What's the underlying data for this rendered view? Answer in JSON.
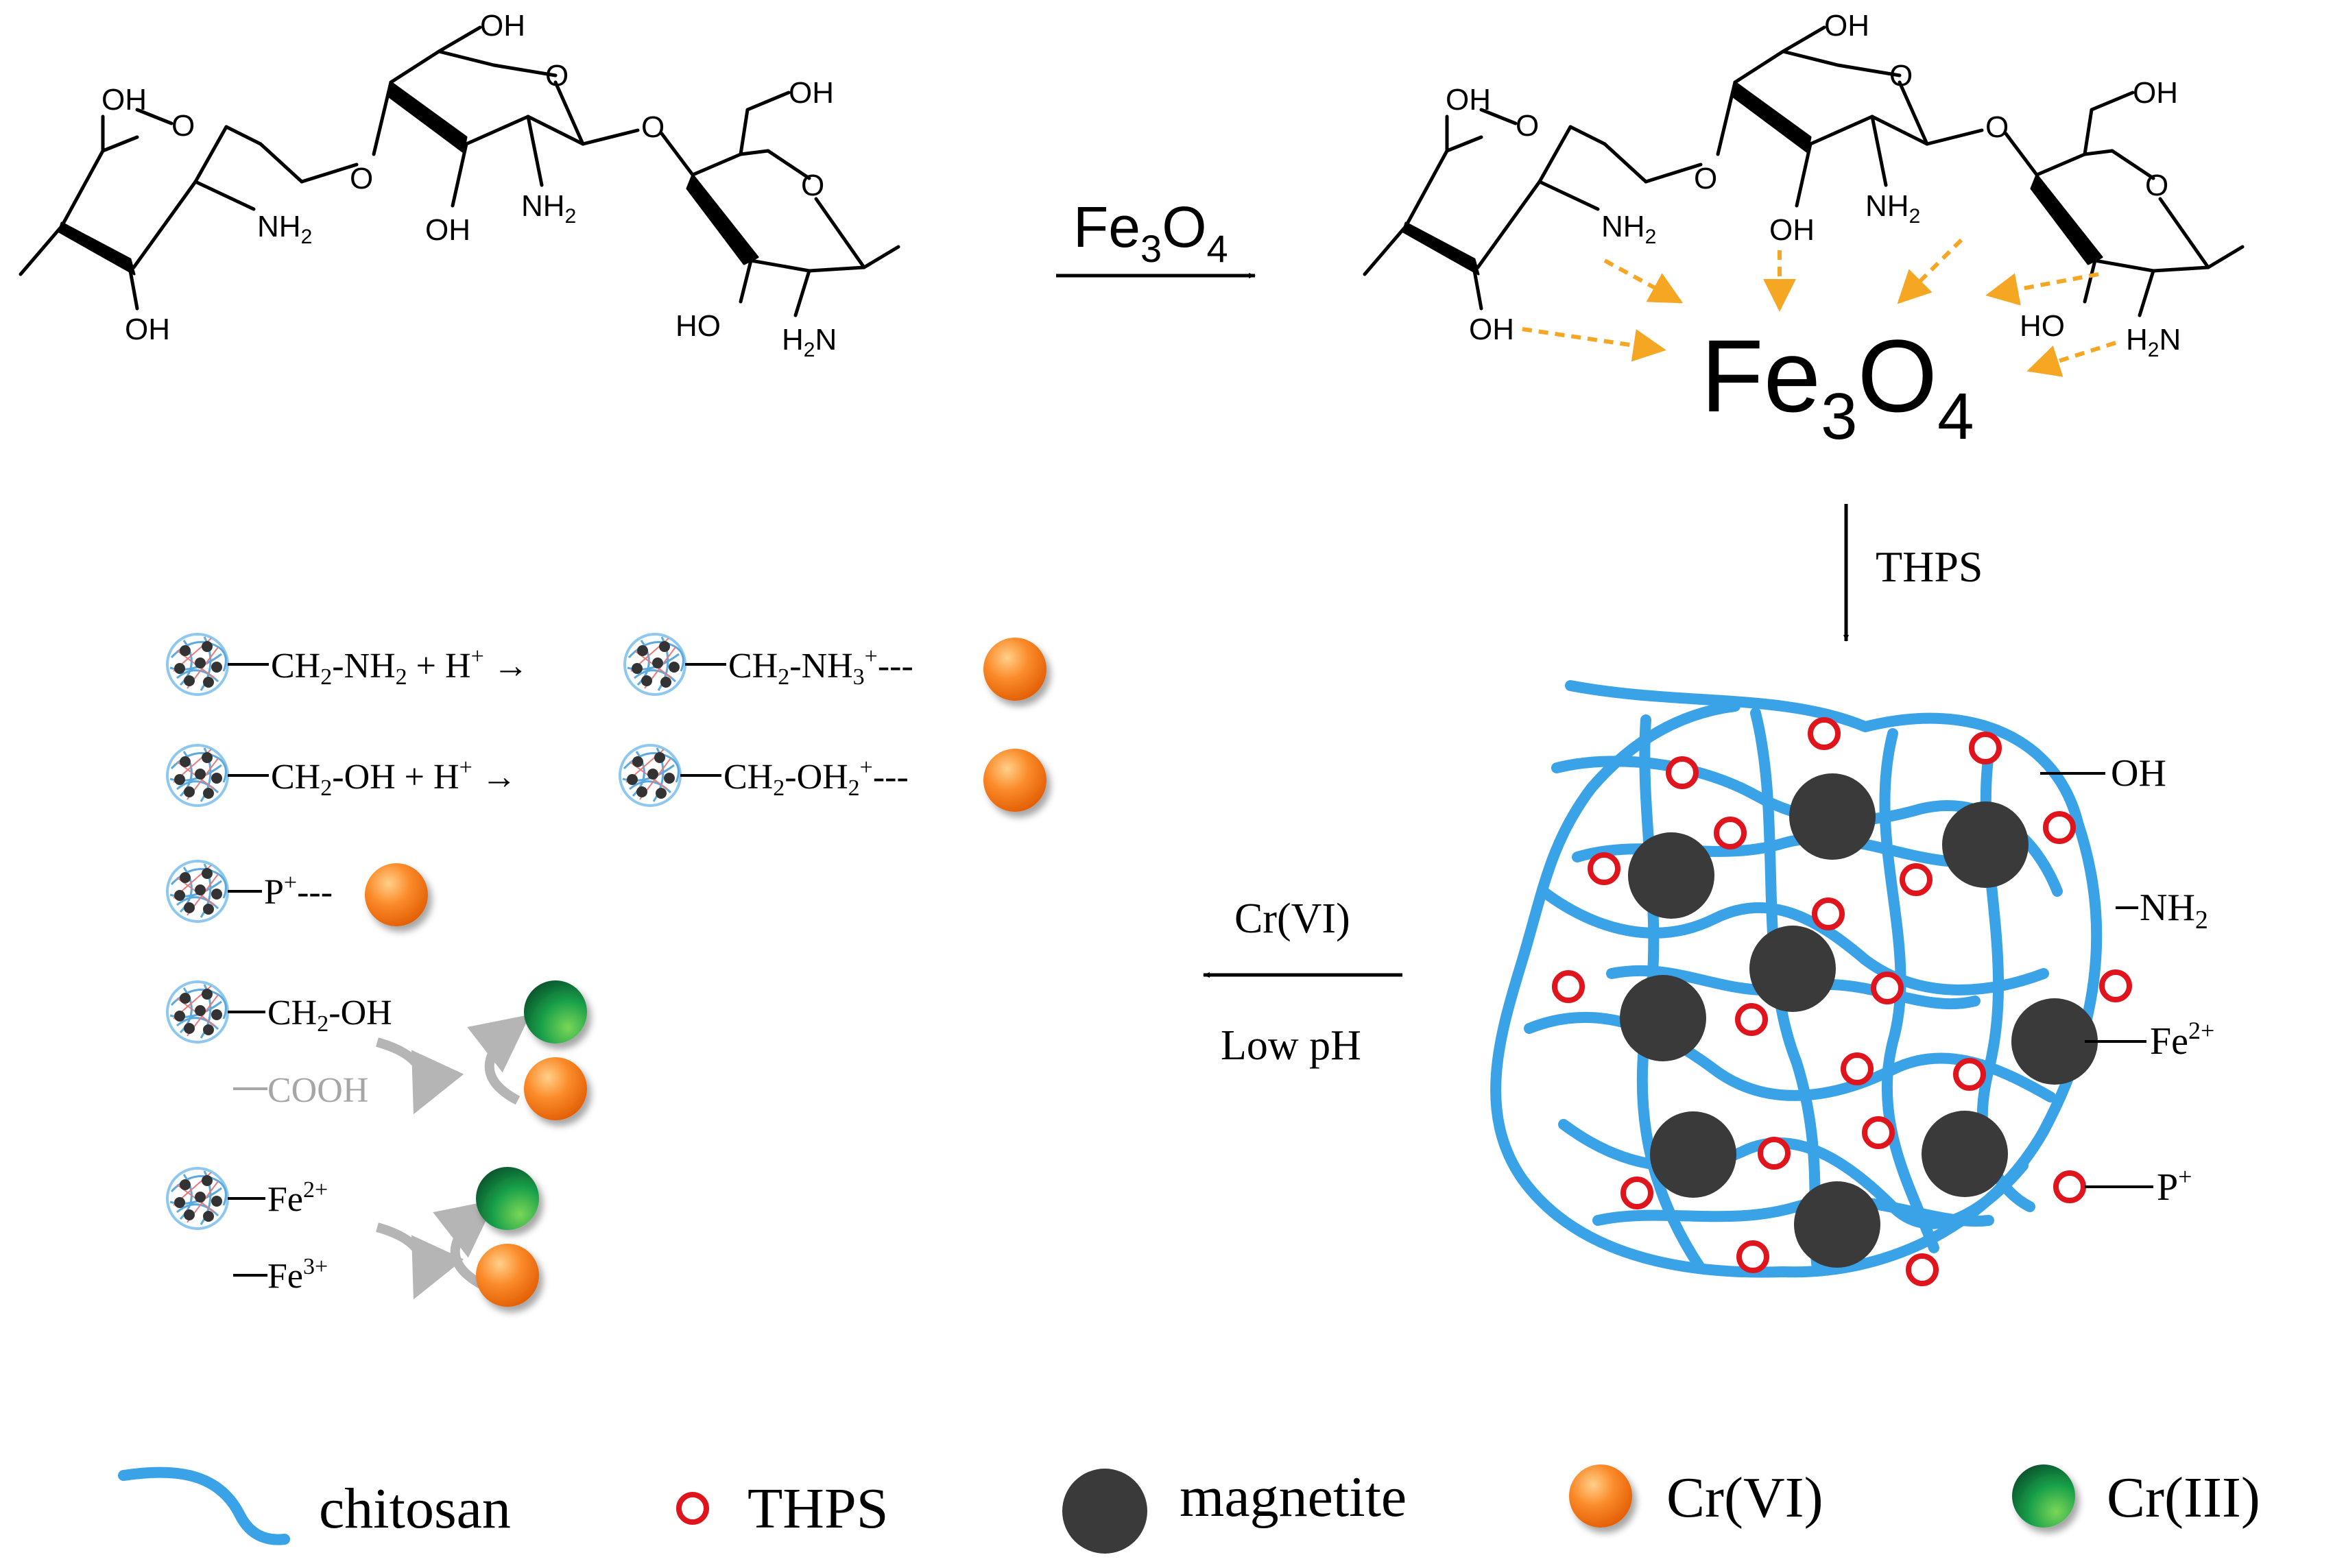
{
  "reaction": {
    "step1_reagent": "Fe3O4",
    "step2_reagent": "THPS",
    "step3_reagent_top": "Cr(VI)",
    "step3_reagent_bottom": "Low pH"
  },
  "chitosan_labels": {
    "oh": "OH",
    "nh2": "NH2",
    "o": "O",
    "h2n": "H2N",
    "ho": "HO"
  },
  "core_label": "Fe3O4",
  "bead_labels": [
    "OH",
    "NH2",
    "Fe2+",
    "P+"
  ],
  "mechanisms": [
    {
      "left": "CH2-NH2 + H+",
      "arrow": "→",
      "right": "CH2-NH3+---"
    },
    {
      "left": "CH2-OH + H+",
      "arrow": "→",
      "right": "CH2-OH2+---"
    },
    {
      "left": "P+---"
    },
    {
      "top": "CH2-OH",
      "bottom": "COOH"
    },
    {
      "top": "Fe2+",
      "bottom": "Fe3+"
    }
  ],
  "legend": [
    {
      "label": "chitosan",
      "icon": "chitosan-line-icon",
      "color": "#3aa3e8"
    },
    {
      "label": "THPS",
      "icon": "red-ring-icon",
      "color": "#e0141c"
    },
    {
      "label": "magnetite",
      "icon": "dark-sphere-icon",
      "color": "#3a3a3a"
    },
    {
      "label": "Cr(VI)",
      "icon": "orange-sphere-icon",
      "color": "#f47a1a"
    },
    {
      "label": "Cr(III)",
      "icon": "green-sphere-icon",
      "color": "#1aa14a"
    }
  ]
}
